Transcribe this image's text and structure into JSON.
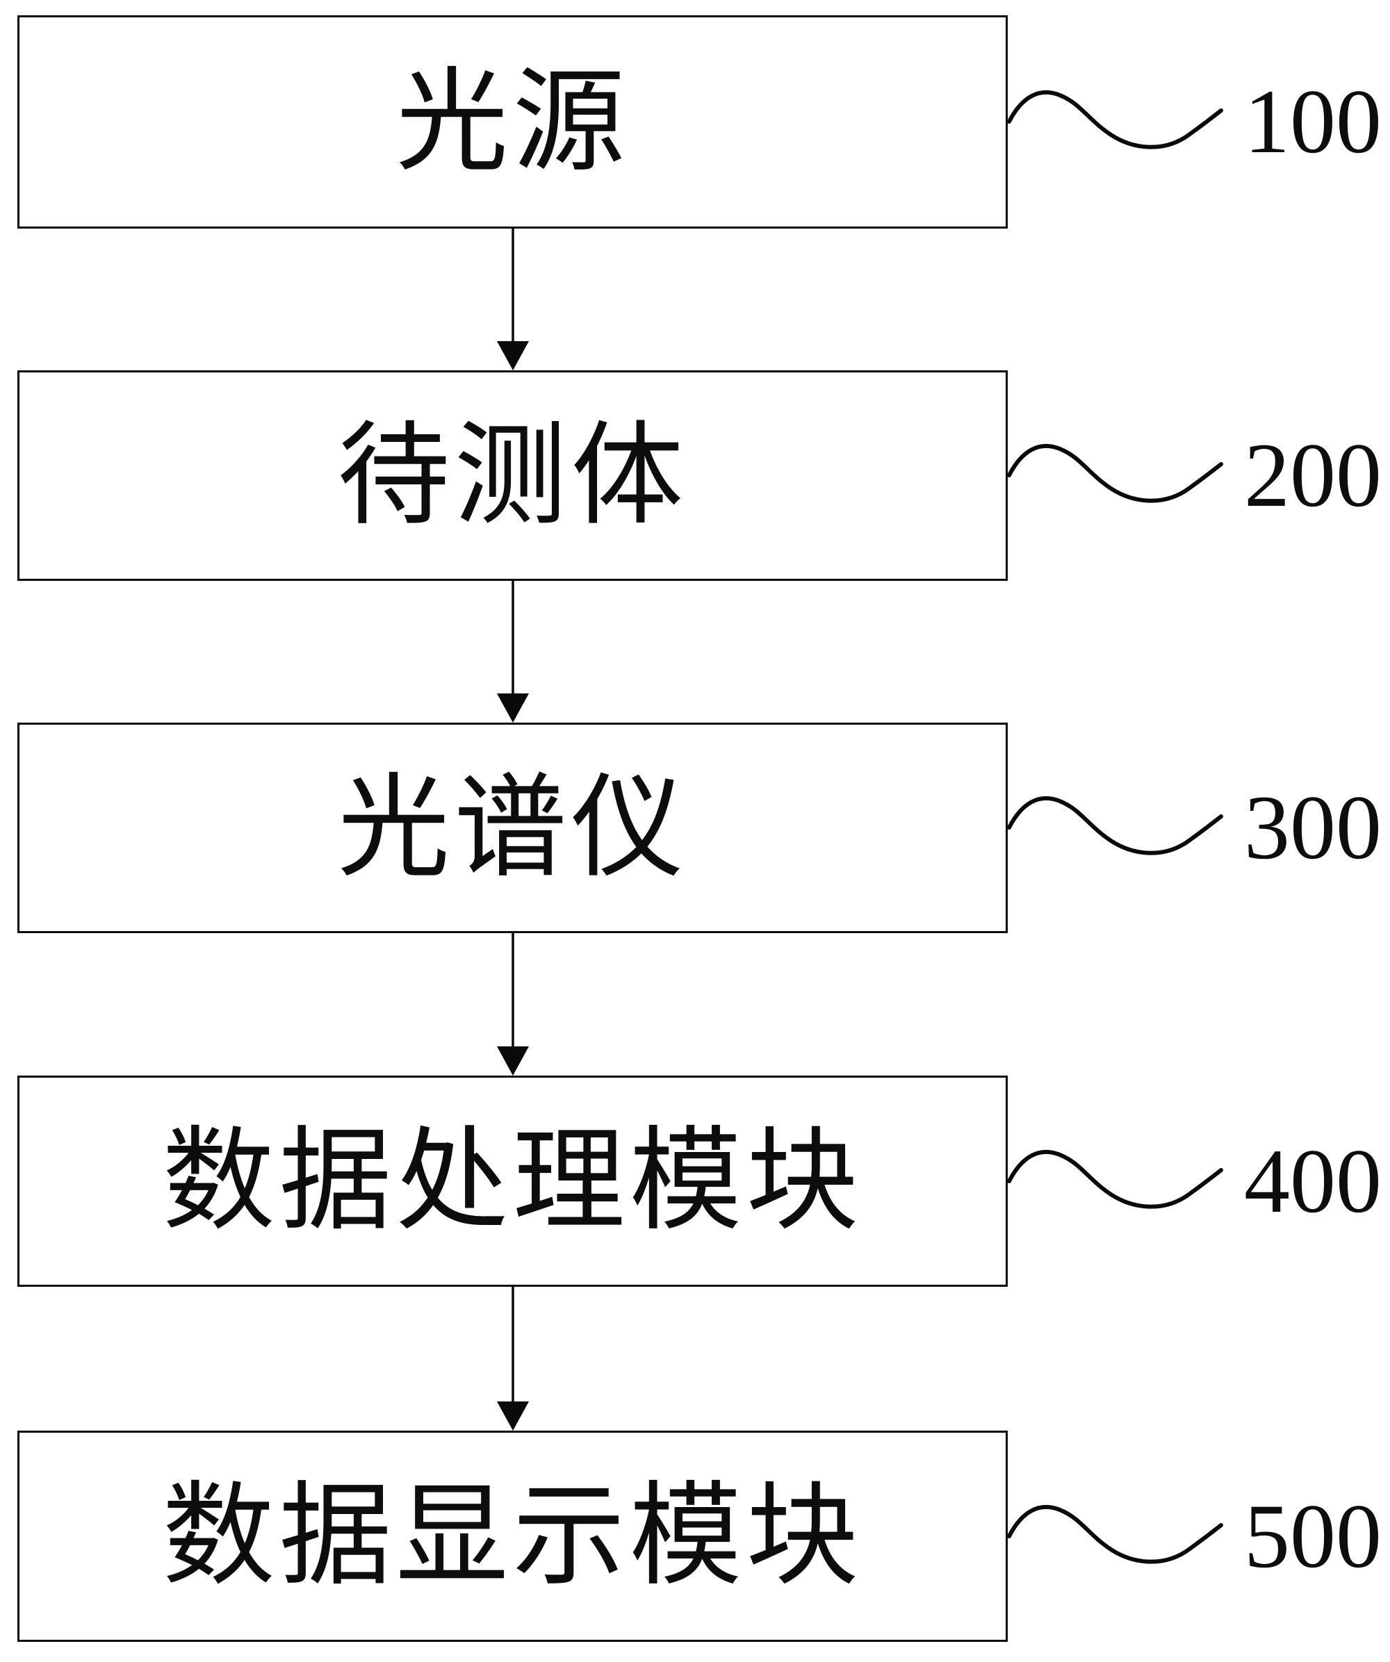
{
  "figure": {
    "background_color": "#ffffff",
    "line_color": "#0a0a0a",
    "nodes": [
      {
        "label": "光源",
        "ref": "100"
      },
      {
        "label": "待测体",
        "ref": "200"
      },
      {
        "label": "光谱仪",
        "ref": "300"
      },
      {
        "label": "数据处理模块",
        "ref": "400"
      },
      {
        "label": "数据显示模块",
        "ref": "500"
      }
    ],
    "connections": [
      {
        "from": 0,
        "to": 1
      },
      {
        "from": 1,
        "to": 2
      },
      {
        "from": 2,
        "to": 3
      },
      {
        "from": 3,
        "to": 4
      }
    ]
  }
}
